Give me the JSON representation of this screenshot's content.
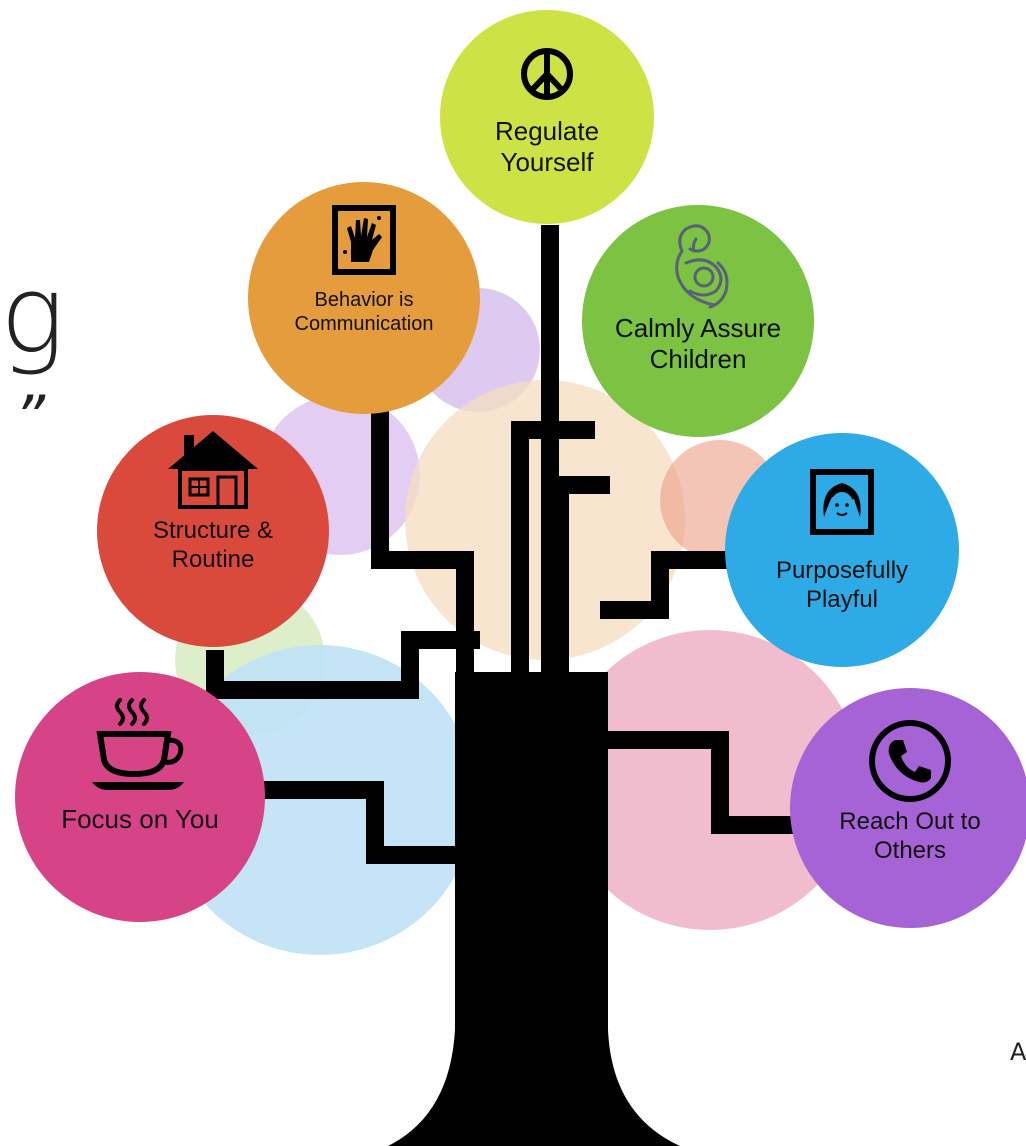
{
  "background_text": {
    "heading_fragment": "g",
    "quote_fragment": "”",
    "corner_fragment": "A"
  },
  "nodes": [
    {
      "id": "regulate",
      "line1": "Regulate",
      "line2": "Yourself",
      "color": "#cde345",
      "icon": "peace-sign-icon"
    },
    {
      "id": "behavior",
      "line1": "Behavior is",
      "line2": "Communication",
      "color": "#e49c3c",
      "icon": "hand-print-icon"
    },
    {
      "id": "calmly",
      "line1": "Calmly Assure",
      "line2": "Children",
      "color": "#7cc243",
      "icon": "mother-child-icon"
    },
    {
      "id": "structure",
      "line1": "Structure &",
      "line2": "Routine",
      "color": "#d94a3c",
      "icon": "house-icon"
    },
    {
      "id": "playful",
      "line1": "Purposefully",
      "line2": "Playful",
      "color": "#2eaae6",
      "icon": "face-portrait-icon"
    },
    {
      "id": "focus",
      "line1": "Focus on You",
      "line2": "",
      "color": "#d64487",
      "icon": "coffee-cup-icon"
    },
    {
      "id": "reach",
      "line1": "Reach Out to",
      "line2": "Others",
      "color": "#a563d6",
      "icon": "phone-icon"
    }
  ],
  "trunk_color": "#000000"
}
